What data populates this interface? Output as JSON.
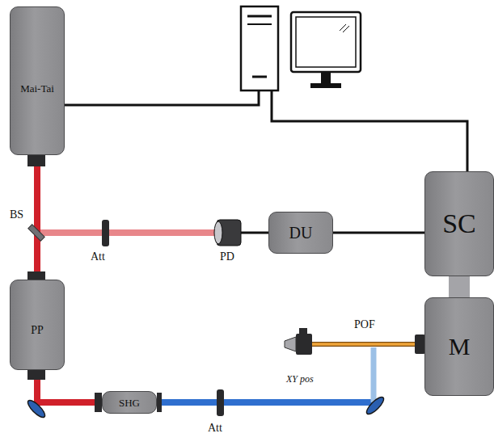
{
  "diagram": {
    "nodes": [
      {
        "text": [
          "Mai-Tai"
        ]
      },
      {
        "text": [
          "DU"
        ]
      },
      {
        "text": [
          "SC"
        ]
      },
      {
        "text": [
          "M"
        ]
      },
      {
        "text": [
          "PP"
        ]
      },
      {
        "text": [
          "SHG"
        ]
      }
    ],
    "edges": [
      {
        "from": 0,
        "to": 4,
        "arrow": "none"
      },
      {
        "from": 4,
        "to": 5,
        "arrow": "none"
      },
      {
        "from": 1,
        "to": 2,
        "arrow": "none"
      },
      {
        "from": 2,
        "to": 3,
        "arrow": "none"
      }
    ],
    "labels": [
      "BS",
      "Att",
      "PD",
      "POF",
      "XY pos",
      "Att"
    ]
  }
}
